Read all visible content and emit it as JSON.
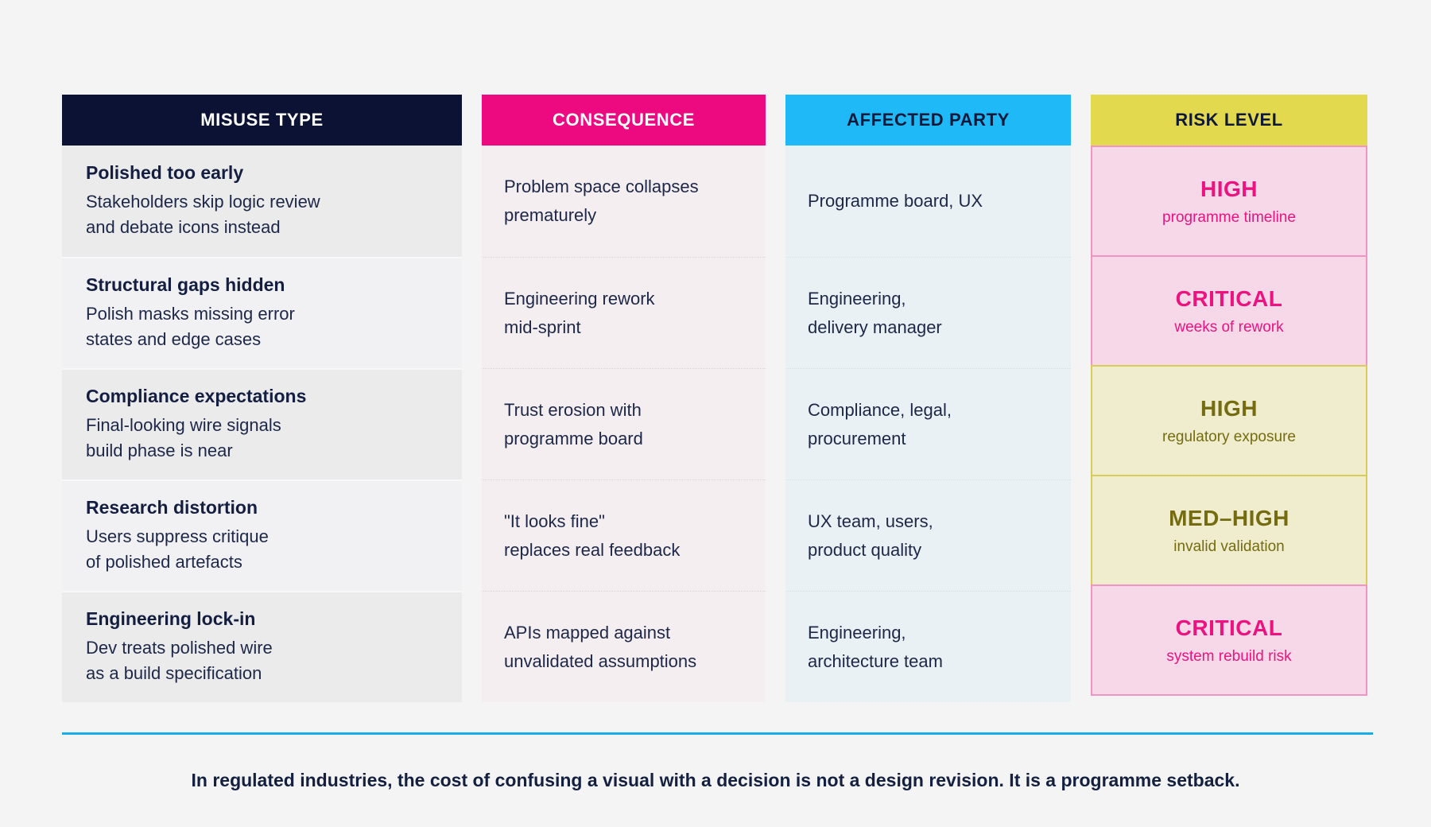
{
  "colors": {
    "page_bg": "#f5f4f5",
    "header_misuse_bg": "#0b1233",
    "header_consequence_bg": "#ed0980",
    "header_affected_bg": "#1fb9f8",
    "header_risk_bg": "#e2d94e",
    "risk_pink_bg": "#f6d8e8",
    "risk_pink_border": "#f095c3",
    "risk_pink_text": "#ec1380",
    "risk_yellow_bg": "#f0edce",
    "risk_yellow_border": "#d8cb57",
    "risk_yellow_text": "#756b10",
    "body_text": "#1d2747",
    "divider_rule": "#18ace8"
  },
  "chart_data": {
    "type": "table",
    "columns": [
      {
        "key": "misuse",
        "label": "MISUSE TYPE"
      },
      {
        "key": "consequence",
        "label": "CONSEQUENCE"
      },
      {
        "key": "affected",
        "label": "AFFECTED PARTY"
      },
      {
        "key": "risk",
        "label": "RISK LEVEL"
      }
    ],
    "rows": [
      {
        "misuse_title": "Polished too early",
        "misuse_desc": "Stakeholders skip logic review\nand debate icons instead",
        "consequence": "Problem space collapses\nprematurely",
        "affected": "Programme board, UX",
        "risk_level": "HIGH",
        "risk_note": "programme timeline",
        "risk_tone": "pink"
      },
      {
        "misuse_title": "Structural gaps hidden",
        "misuse_desc": "Polish masks missing error\nstates and edge cases",
        "consequence": "Engineering rework\nmid-sprint",
        "affected": "Engineering,\ndelivery manager",
        "risk_level": "CRITICAL",
        "risk_note": "weeks of rework",
        "risk_tone": "pink"
      },
      {
        "misuse_title": "Compliance expectations",
        "misuse_desc": "Final-looking wire signals\nbuild phase is near",
        "consequence": "Trust erosion with\nprogramme board",
        "affected": "Compliance, legal,\nprocurement",
        "risk_level": "HIGH",
        "risk_note": "regulatory exposure",
        "risk_tone": "yellow"
      },
      {
        "misuse_title": "Research distortion",
        "misuse_desc": "Users suppress critique\nof polished artefacts",
        "consequence": "\"It looks fine\"\nreplaces real feedback",
        "affected": "UX team, users,\nproduct quality",
        "risk_level": "MED–HIGH",
        "risk_note": "invalid validation",
        "risk_tone": "yellow"
      },
      {
        "misuse_title": "Engineering lock-in",
        "misuse_desc": "Dev treats polished wire\nas a build specification",
        "consequence": "APIs mapped against\nunvalidated assumptions",
        "affected": "Engineering,\narchitecture team",
        "risk_level": "CRITICAL",
        "risk_note": "system rebuild risk",
        "risk_tone": "pink"
      }
    ],
    "footer_note": "In regulated industries, the cost of confusing a visual with a decision is not a design revision. It is a programme setback."
  }
}
